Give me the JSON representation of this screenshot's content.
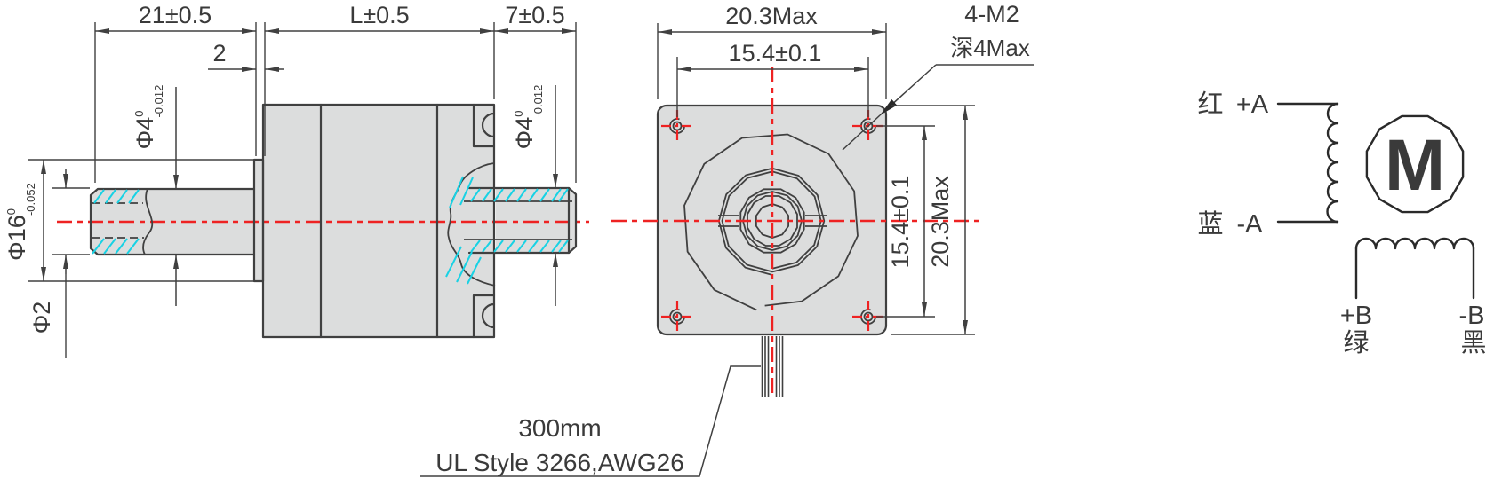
{
  "colors": {
    "line": "#404040",
    "centerline_red": "#ee2222",
    "thread_hatch_cyan": "#18d2e4",
    "metal_fill_gray": "#dcdddd",
    "background": "#ffffff"
  },
  "side_view": {
    "dim_gearbox_length": "21±0.5",
    "dim_motor_length": "L±0.5",
    "dim_rear_shaft_length": "7±0.5",
    "dim_plate_thickness": "2",
    "dim_front_shaft_dia_main": "Φ4",
    "dim_front_shaft_dia_sup": "0",
    "dim_front_shaft_dia_sub": "-0.012",
    "dim_boss_dia_main": "Φ16",
    "dim_boss_dia_sup": "0",
    "dim_boss_dia_sub": "-0.052",
    "dim_hole_dia": "Φ2",
    "dim_rear_shaft_dia_main": "Φ4",
    "dim_rear_shaft_dia_sup": "0",
    "dim_rear_shaft_dia_sub": "-0.012"
  },
  "front_view": {
    "dim_width_max": "20.3Max",
    "dim_hole_spacing_h": "15.4±0.1",
    "screw_spec": "4-M2",
    "screw_depth": "深4Max",
    "dim_hole_spacing_v": "15.4±0.1",
    "dim_height_max": "20.3Max"
  },
  "cable_note": {
    "length": "300mm",
    "spec": "UL Style 3266,AWG26"
  },
  "wiring_diagram": {
    "phase_a_pos_color": "红",
    "phase_a_pos": "+A",
    "phase_a_neg_color": "蓝",
    "phase_a_neg": "-A",
    "phase_b_pos": "+B",
    "phase_b_pos_color": "绿",
    "phase_b_neg": "-B",
    "phase_b_neg_color": "黑",
    "motor_symbol": "M"
  }
}
